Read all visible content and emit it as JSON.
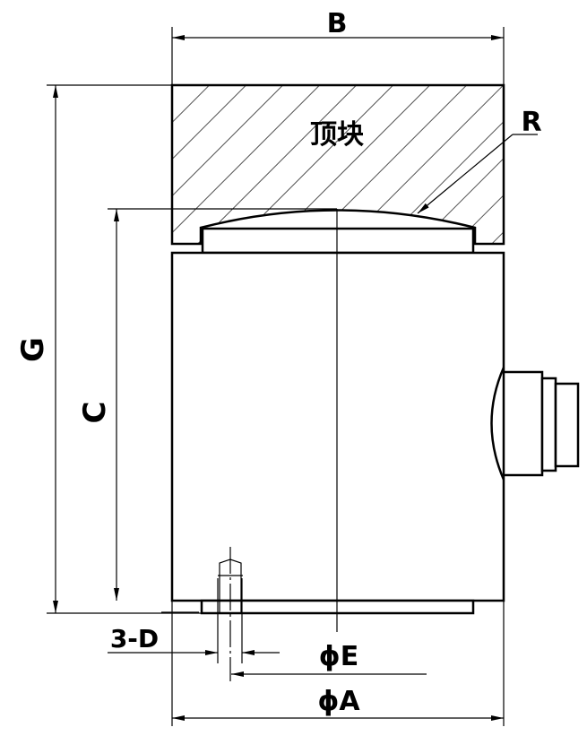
{
  "drawing": {
    "top_block_label": "顶块",
    "dimensions": {
      "B": "B",
      "G": "G",
      "C": "C",
      "R": "R",
      "D": "3-D",
      "E": "ϕE",
      "A": "ϕA"
    },
    "colors": {
      "line": "#000000",
      "background": "#ffffff"
    }
  }
}
